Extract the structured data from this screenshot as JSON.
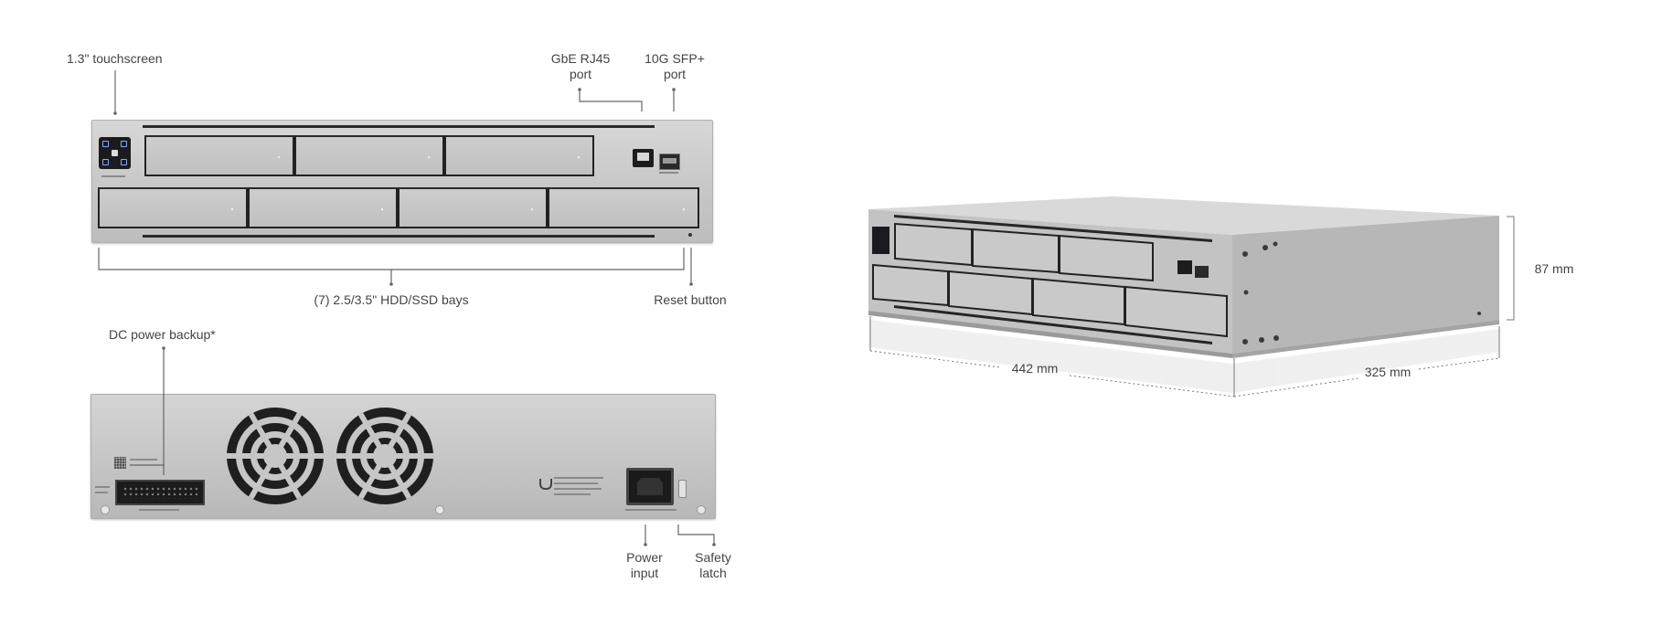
{
  "front_view": {
    "touchscreen_label": "1.3\" touchscreen",
    "rj45_label": [
      "GbE RJ45",
      "port"
    ],
    "sfp_label": [
      "10G SFP+",
      "port"
    ],
    "bays_label": "(7) 2.5/3.5\" HDD/SSD bays",
    "reset_label": "Reset button"
  },
  "rear_view": {
    "dc_power_label": "DC power backup*",
    "power_input_label": [
      "Power",
      "input"
    ],
    "safety_latch_label": [
      "Safety",
      "latch"
    ]
  },
  "iso_view": {
    "height_dim": "87 mm",
    "width_dim": "442 mm",
    "depth_dim": "325 mm"
  },
  "colors": {
    "chassis": "#c8c8c8",
    "bay_outline": "#222222",
    "leader_line": "#666666"
  }
}
